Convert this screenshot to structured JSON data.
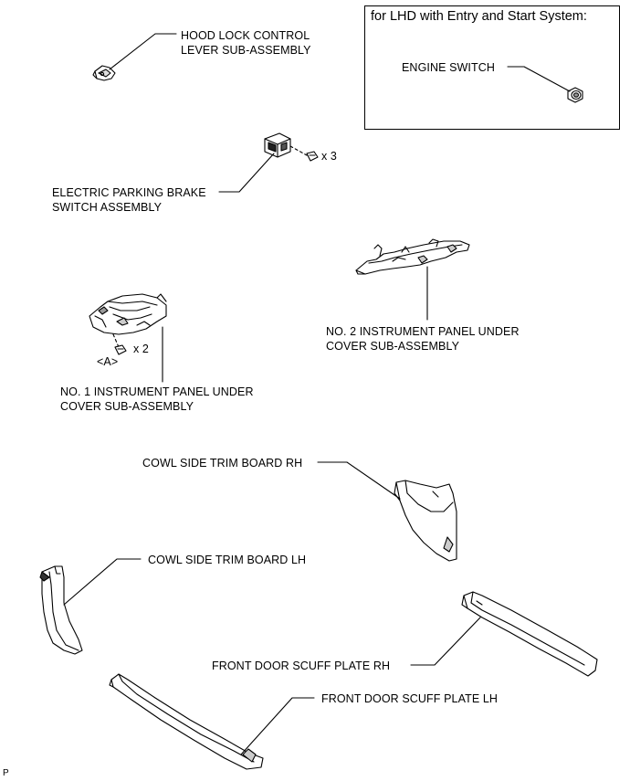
{
  "inset": {
    "title": "for LHD with Entry and Start System:",
    "engine_switch": "ENGINE SWITCH"
  },
  "parts": {
    "hood_lock_line1": "HOOD LOCK CONTROL",
    "hood_lock_line2": "LEVER SUB-ASSEMBLY",
    "epb_line1": "ELECTRIC PARKING BRAKE",
    "epb_line2": "SWITCH ASSEMBLY",
    "epb_qty": "x 3",
    "no2_line1": "NO. 2 INSTRUMENT PANEL UNDER",
    "no2_line2": "COVER SUB-ASSEMBLY",
    "no1_line1": "NO. 1 INSTRUMENT PANEL UNDER",
    "no1_line2": "COVER SUB-ASSEMBLY",
    "no1_qty": "x 2",
    "no1_ref": "<A>",
    "cowl_rh": "COWL SIDE TRIM BOARD RH",
    "cowl_lh": "COWL SIDE TRIM BOARD LH",
    "scuff_rh": "FRONT DOOR SCUFF PLATE RH",
    "scuff_lh": "FRONT DOOR SCUFF PLATE LH"
  },
  "corner_code": "P"
}
